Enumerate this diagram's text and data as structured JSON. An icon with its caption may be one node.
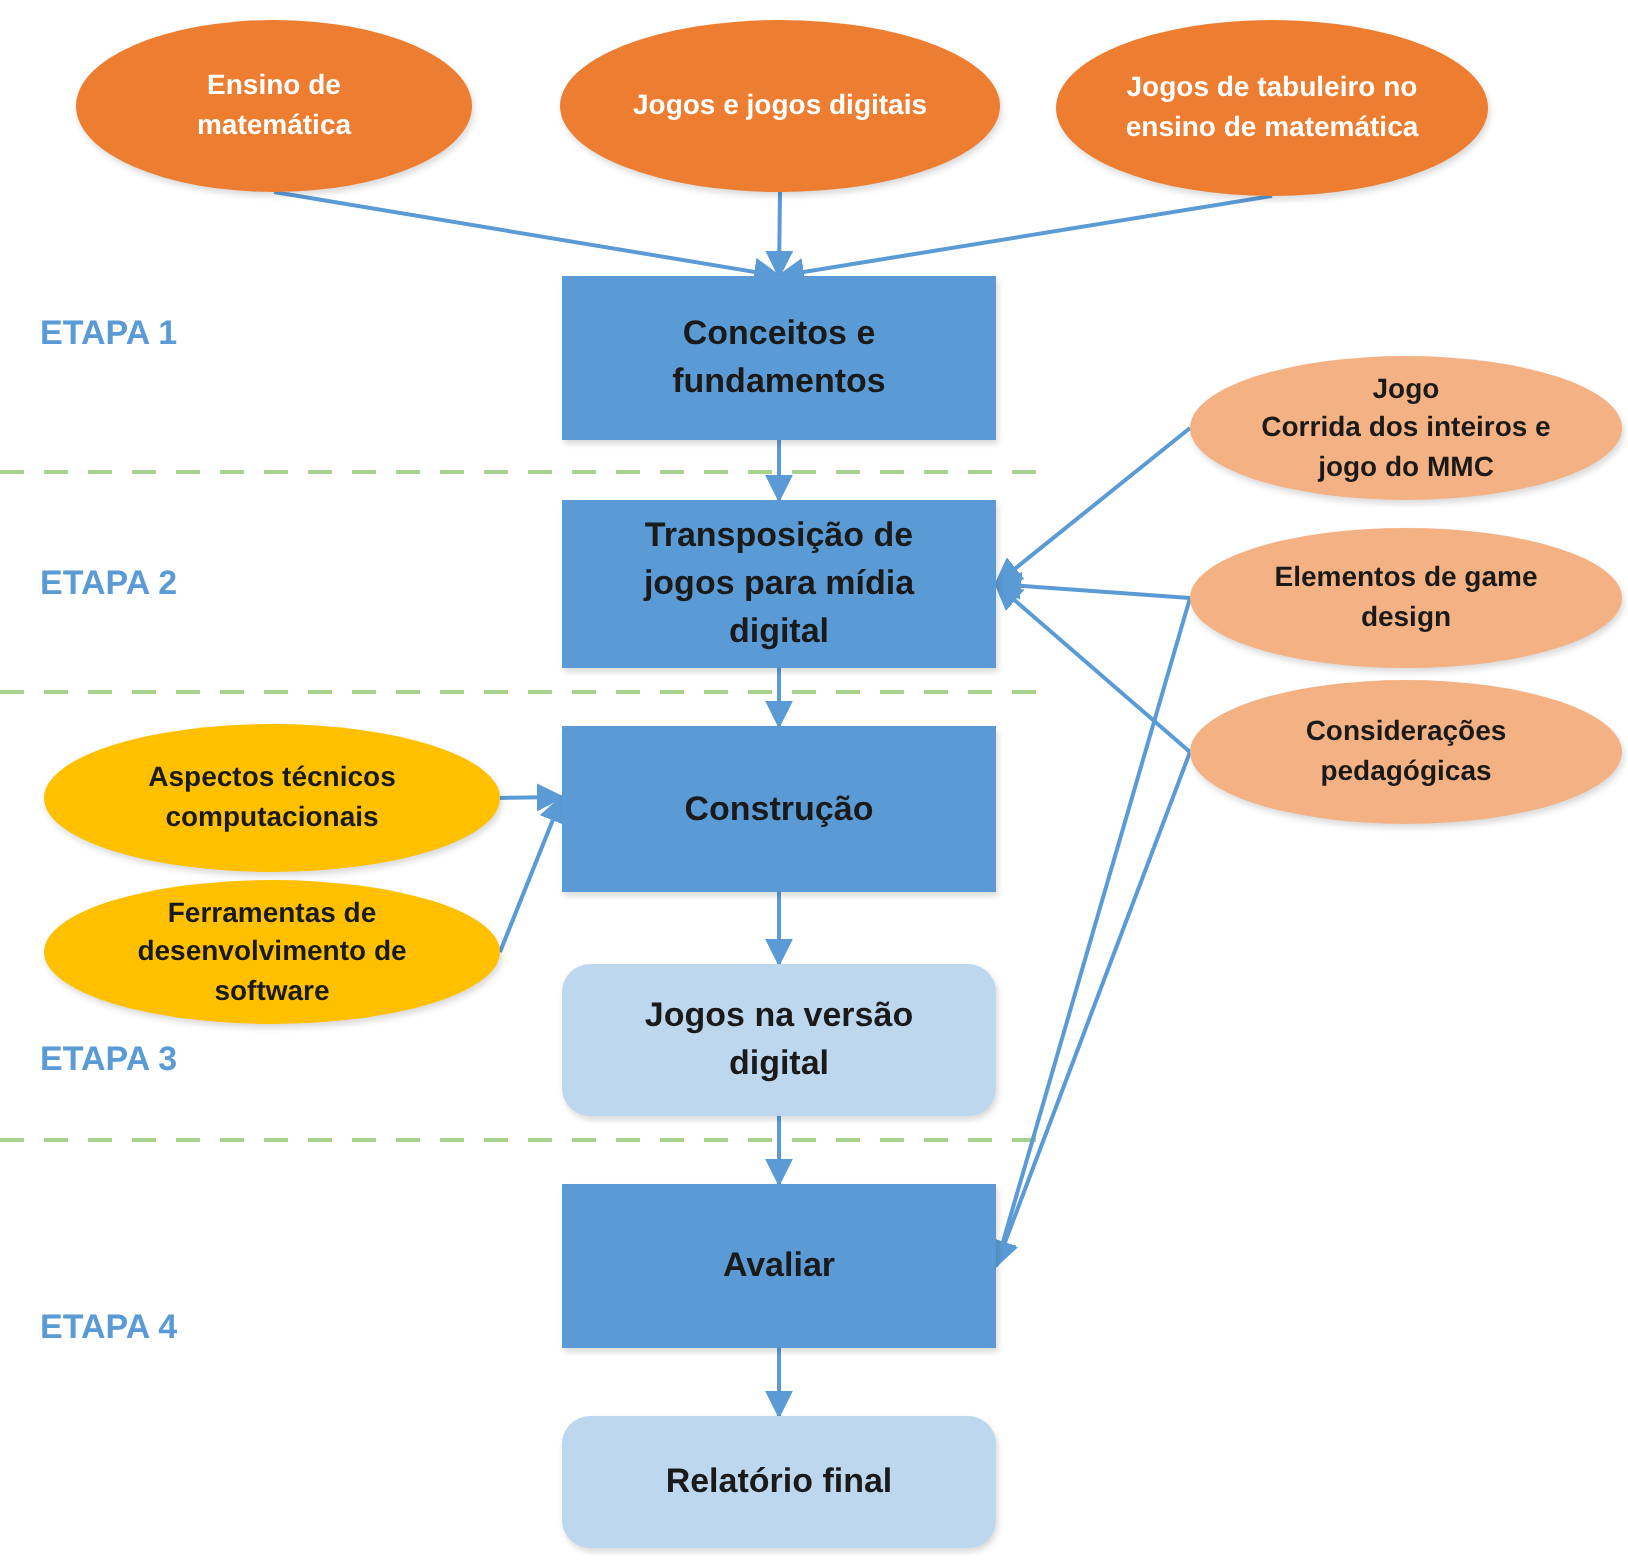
{
  "diagram": {
    "nodes": [
      {
        "text": [
          "Ensino de matemática"
        ]
      },
      {
        "text": [
          "Jogos e jogos digitais"
        ]
      },
      {
        "text": [
          "Jogos de tabuleiro no ensino de matemática"
        ]
      },
      {
        "text": [
          "Conceitos e fundamentos"
        ]
      },
      {
        "text": [
          "Jogo",
          "Corrida dos inteiros e jogo do MMC"
        ]
      },
      {
        "text": [
          "Transposição de jogos para mídia digital"
        ]
      },
      {
        "text": [
          "Elementos de game design"
        ]
      },
      {
        "text": [
          "Considerações pedagógicas"
        ]
      },
      {
        "text": [
          "Aspectos técnicos computacionais"
        ]
      },
      {
        "text": [
          "Construção"
        ]
      },
      {
        "text": [
          "Ferramentas de desenvolvimento de software"
        ]
      },
      {
        "text": [
          "Jogos na versão digital"
        ]
      },
      {
        "text": [
          "Avaliar"
        ]
      },
      {
        "text": [
          "Relatório final"
        ]
      }
    ],
    "edges": [
      {
        "from": 0,
        "to": 3,
        "arrow": "to"
      },
      {
        "from": 1,
        "to": 3,
        "arrow": "to"
      },
      {
        "from": 2,
        "to": 3,
        "arrow": "to"
      },
      {
        "from": 3,
        "to": 5,
        "arrow": "to"
      },
      {
        "from": 4,
        "to": 5,
        "arrow": "to"
      },
      {
        "from": 6,
        "to": 5,
        "arrow": "to"
      },
      {
        "from": 7,
        "to": 5,
        "arrow": "to"
      },
      {
        "from": 5,
        "to": 9,
        "arrow": "to"
      },
      {
        "from": 8,
        "to": 9,
        "arrow": "to"
      },
      {
        "from": 10,
        "to": 9,
        "arrow": "to"
      },
      {
        "from": 9,
        "to": 11,
        "arrow": "to"
      },
      {
        "from": 11,
        "to": 12,
        "arrow": "to"
      },
      {
        "from": 6,
        "to": 12,
        "arrow": "to"
      },
      {
        "from": 7,
        "to": 12,
        "arrow": "to"
      },
      {
        "from": 12,
        "to": 13,
        "arrow": "to"
      }
    ],
    "labels": [
      "ETAPA 1",
      "ETAPA 2",
      "ETAPA 3",
      "ETAPA 4"
    ]
  }
}
